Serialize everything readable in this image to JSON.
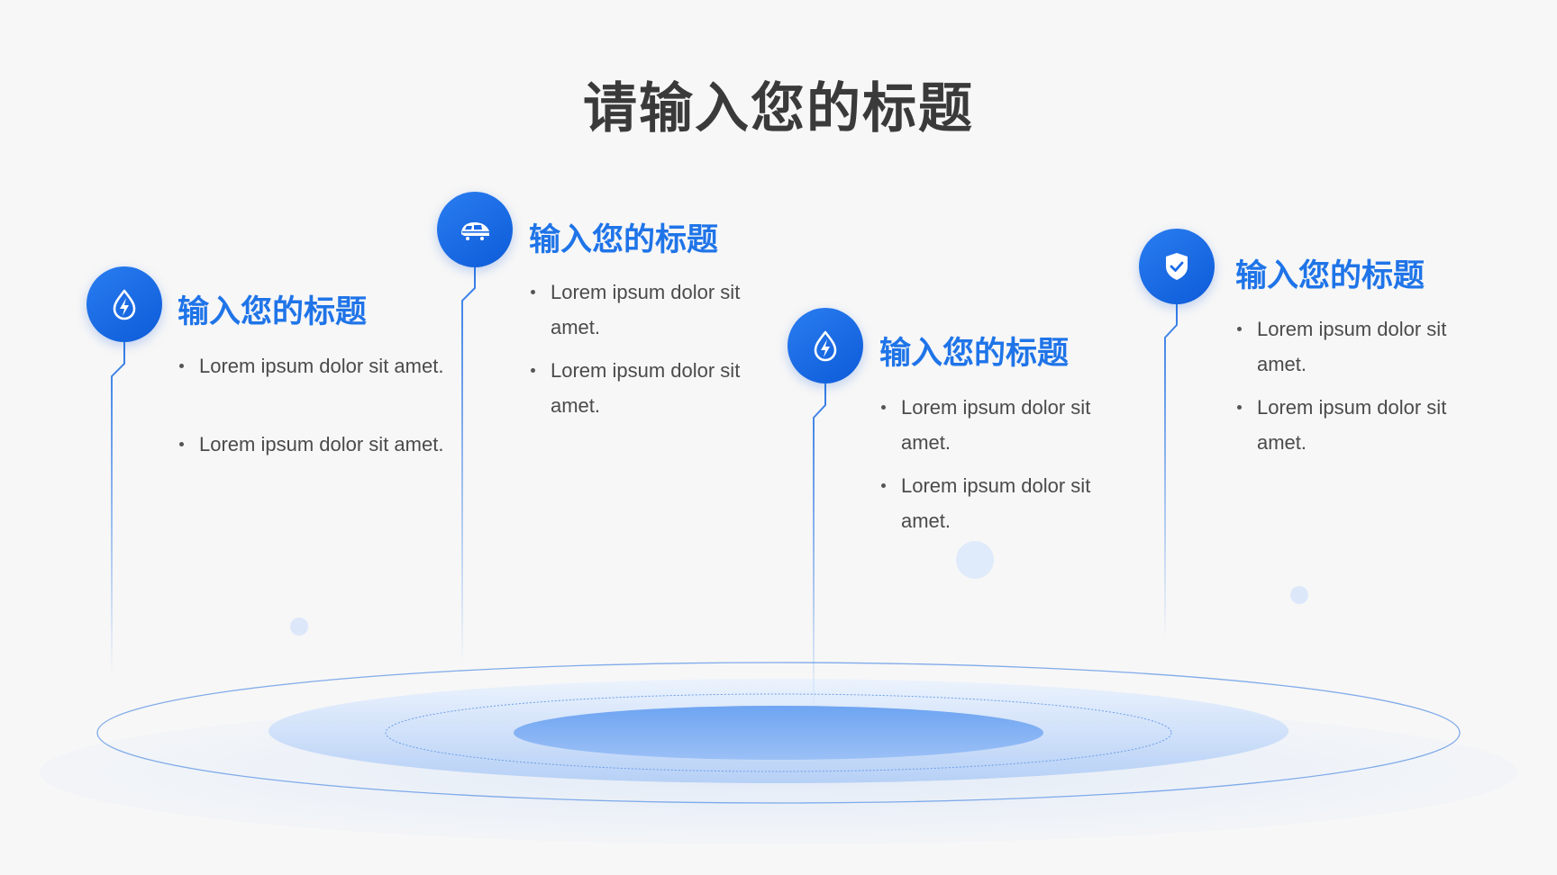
{
  "title": "请输入您的标题",
  "items": [
    {
      "icon": "water-drop-bolt-icon",
      "title": "输入您的标题",
      "bullets": [
        "Lorem ipsum dolor sit amet.",
        "Lorem ipsum dolor sit amet."
      ]
    },
    {
      "icon": "train-icon",
      "title": "输入您的标题",
      "bullets": [
        "Lorem ipsum dolor sit amet.",
        "Lorem ipsum dolor sit amet."
      ]
    },
    {
      "icon": "water-drop-bolt-icon",
      "title": "输入您的标题",
      "bullets": [
        "Lorem ipsum dolor sit amet.",
        "Lorem ipsum dolor sit amet."
      ]
    },
    {
      "icon": "shield-check-icon",
      "title": "输入您的标题",
      "bullets": [
        "Lorem ipsum dolor sit amet.",
        "Lorem ipsum dolor sit amet."
      ]
    }
  ],
  "colors": {
    "accent": "#1f74e8",
    "title": "#3a3a3a",
    "text": "#4b4b4b",
    "background": "#f7f7f7"
  }
}
